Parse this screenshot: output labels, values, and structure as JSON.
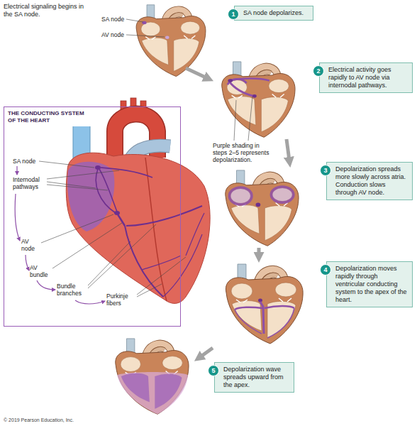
{
  "diagram": {
    "title": "Electrical signaling begins in the SA node.",
    "nodes": [
      {
        "text": [
          "SA node depolarizes."
        ]
      },
      {
        "text": [
          "1"
        ],
        "in": 0
      },
      {
        "text": [
          "Electrical activity goes rapidly to AV node via internodal pathways."
        ]
      },
      {
        "text": [
          "2"
        ],
        "in": 2
      },
      {
        "text": [
          "THE CONDUCTING SYSTEM OF THE HEART"
        ]
      },
      {
        "text": [
          "Depolarization spreads more slowly across atria. Conduction slows through AV node."
        ]
      },
      {
        "text": [
          "3"
        ],
        "in": 5
      },
      {
        "text": [
          "Depolarization moves rapidly through ventricular conducting system to the apex of the heart."
        ]
      },
      {
        "text": [
          "4"
        ],
        "in": 7
      },
      {
        "text": [
          "Depolarization wave spreads upward from the apex."
        ]
      },
      {
        "text": [
          "5"
        ],
        "in": 9
      }
    ],
    "labels": [
      "SA node",
      "AV node",
      "Purple shading in steps 2–5 represents depolarization.",
      "SA node",
      "Internodal pathways",
      "AV node",
      "AV bundle",
      "Bundle branches",
      "Purkinje fibers",
      "© 2019 Pearson Education, Inc."
    ]
  }
}
